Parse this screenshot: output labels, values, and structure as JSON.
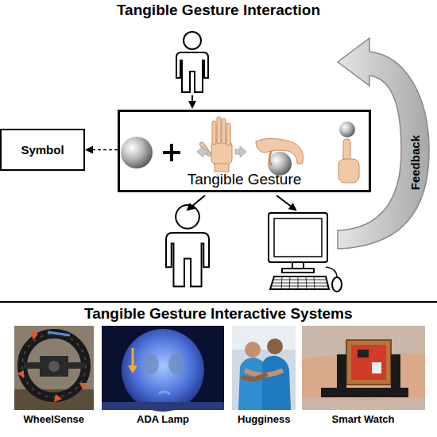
{
  "diagram": {
    "title": "Tangible Gesture Interaction",
    "nodes": [
      {
        "text": [
          "Symbol"
        ]
      },
      {
        "text": [
          "Tangible Gesture"
        ]
      }
    ],
    "edges": [
      {
        "from": 1,
        "to": 0,
        "arrow": "to"
      }
    ],
    "labels": [
      "Feedback",
      "Tangible Gesture Interactive Systems",
      "WheelSense",
      "ADA Lamp",
      "Hugginess",
      "Smart Watch"
    ]
  }
}
